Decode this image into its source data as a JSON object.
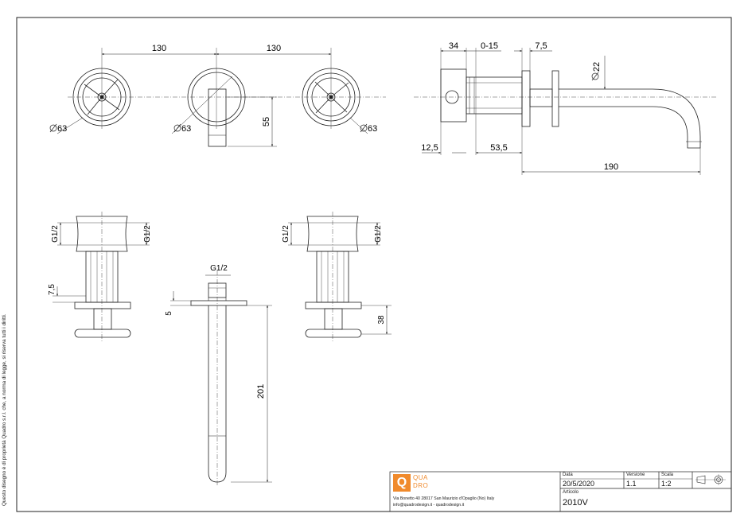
{
  "dimensions": {
    "front_spacing_left": "130",
    "front_spacing_right": "130",
    "dia_left": "63",
    "dia_center": "63",
    "dia_right": "63",
    "spout_height": "55",
    "side_34": "34",
    "side_0_15": "0-15",
    "side_7_5": "7,5",
    "side_dia_22": "22",
    "side_12_5": "12,5",
    "side_53_5": "53,5",
    "side_190": "190",
    "thread_left_a": "G1/2",
    "thread_left_b": "G1/2",
    "thread_right_a": "G1/2",
    "thread_right_b": "G1/2",
    "thread_spout": "G1/2",
    "valve_7_5": "7,5",
    "spout_5": "5",
    "spout_201": "201",
    "valve_38": "38"
  },
  "side_note": "Questo disegno è di proprietà Quadro s.r.l. che, a norma di legge, si riserva tutti i diritti.",
  "title_block": {
    "logo_line1": "QUA",
    "logo_line2": "DRO",
    "address": "Via Bonetto 40  28017 San Maurizio d'Opaglio (No) Italy",
    "contact": "info@quadrodesign.it  -  quadrodesign.it",
    "data_label": "Data",
    "data_value": "20/5/2020",
    "versione_label": "Versione",
    "versione_value": "1.1",
    "scala_label": "Scala",
    "scala_value": "1:2",
    "articolo_label": "Articolo",
    "articolo_value": "2010V"
  },
  "colors": {
    "line": "#222222",
    "accent": "#f08a2c"
  }
}
